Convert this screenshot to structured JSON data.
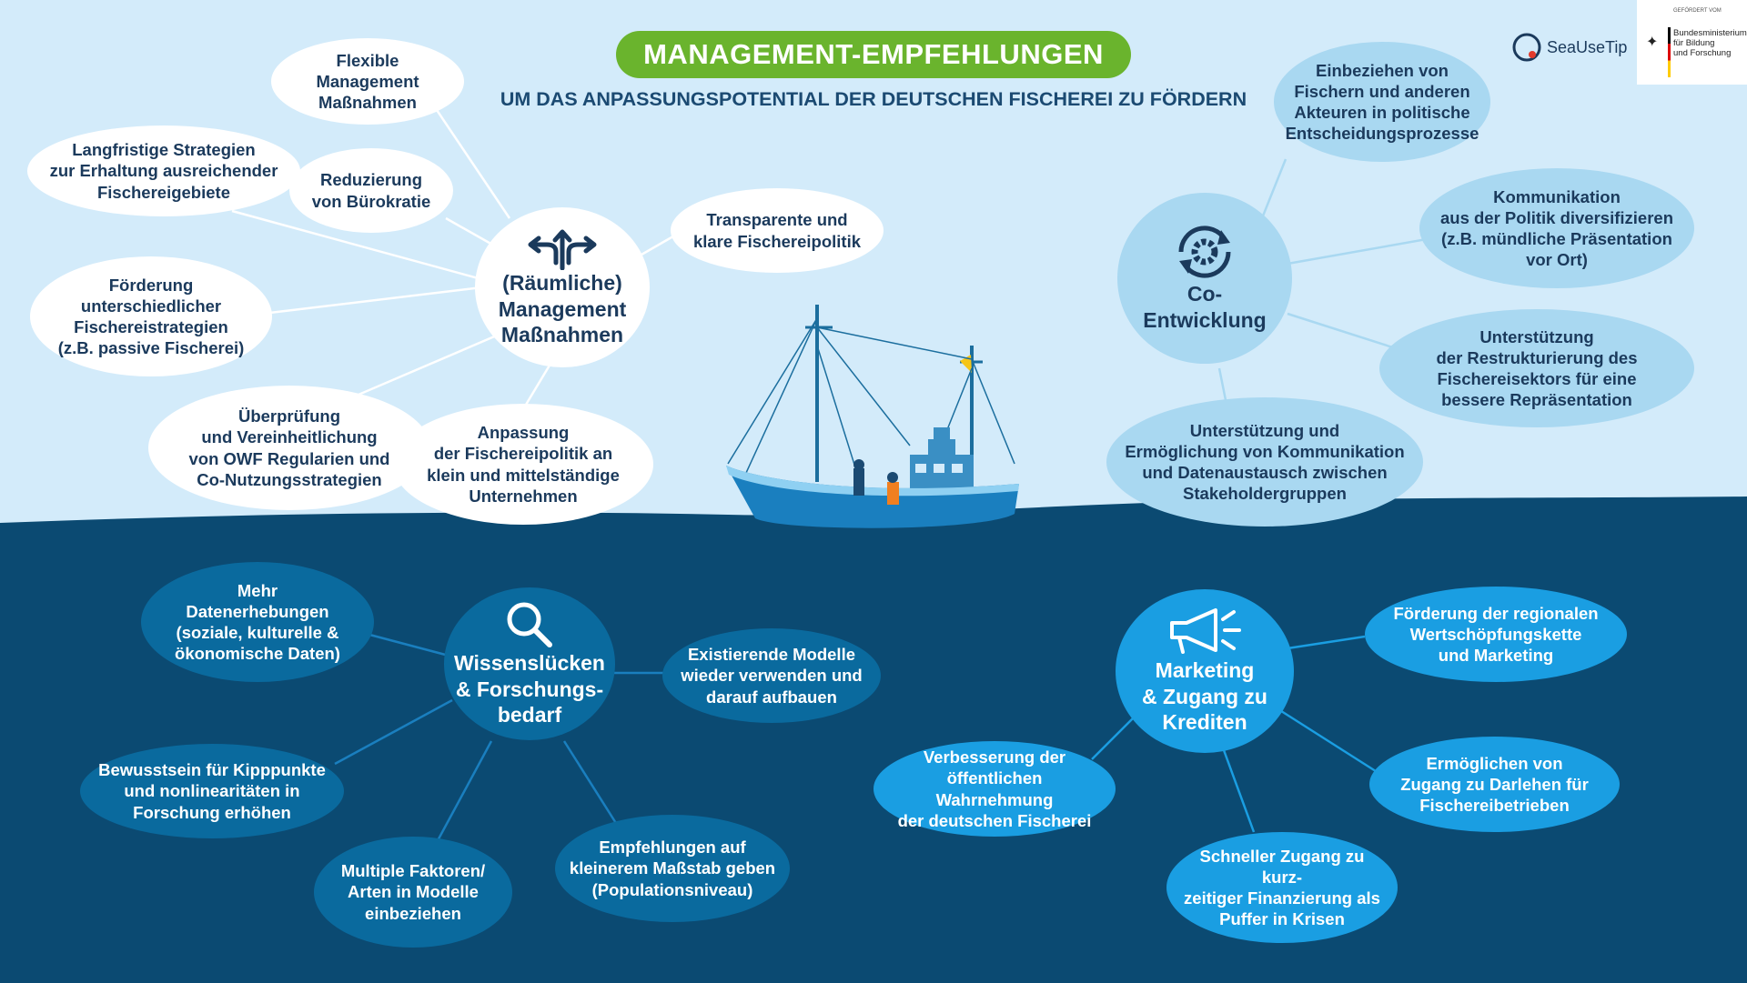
{
  "header": {
    "title": "MANAGEMENT-EMPFEHLUNGEN",
    "subtitle": "UM DAS ANPASSUNGSPOTENTIAL DER DEUTSCHEN FISCHEREI ZU FÖRDERN"
  },
  "logos": {
    "seausetip": "SeaUseTip",
    "bmbf_small": "GEFÖRDERT VOM",
    "bmbf_line1": "Bundesministerium",
    "bmbf_line2": "für Bildung",
    "bmbf_line3": "und Forschung"
  },
  "colors": {
    "sky": "#d3ebfa",
    "sea": "#0b4a72",
    "title_pill": "#6ab42d",
    "white_bubble": "#ffffff",
    "light_bubble": "#a9d8f1",
    "mid_bubble": "#0a6a9e",
    "bright_bubble": "#1a9ee2",
    "text_dark": "#1b3a5c"
  },
  "hubs": {
    "management": {
      "label": "(Räumliche)\nManagement\nMaßnahmen",
      "icon": "crossroad-arrows-icon"
    },
    "co_development": {
      "label": "Co-\nEntwicklung",
      "icon": "cycle-gear-icon"
    },
    "knowledge": {
      "label": "Wissenslücken\n& Forschungs-\nbedarf",
      "icon": "magnifier-icon"
    },
    "marketing": {
      "label": "Marketing\n& Zugang zu\nKrediten",
      "icon": "megaphone-icon"
    }
  },
  "management_items": [
    "Flexible Management\nMaßnahmen",
    "Langfristige Strategien\nzur Erhaltung ausreichender\nFischereigebiete",
    "Reduzierung\nvon Bürokratie",
    "Transparente und\nklare Fischereipolitik",
    "Förderung\nunterschiedlicher\nFischereistrategien\n(z.B. passive Fischerei)",
    "Überprüfung\nund Vereinheitlichung\nvon OWF Regularien und\nCo-Nutzungsstrategien",
    "Anpassung\nder Fischereipolitik an\nklein und mittelständige\nUnternehmen"
  ],
  "co_items": [
    "Einbeziehen von\nFischern und anderen\nAkteuren in politische\nEntscheidungsprozesse",
    "Kommunikation\naus der Politik diversifizieren\n(z.B. mündliche Präsentation\nvor Ort)",
    "Unterstützung\nder Restrukturierung des\nFischereisektors für eine\nbessere Repräsentation",
    "Unterstützung und\nErmöglichung von Kommunikation\nund Datenaustausch zwischen\nStakeholdergruppen"
  ],
  "knowledge_items": [
    "Mehr\nDatenerhebungen\n(soziale, kulturelle &\nökonomische Daten)",
    "Existierende Modelle\nwieder verwenden und\ndarauf aufbauen",
    "Bewusstsein für Kipppunkte\nund nonlinearitäten in\nForschung erhöhen",
    "Multiple Faktoren/\nArten in Modelle\neinbeziehen",
    "Empfehlungen auf\nkleinerem Maßstab geben\n(Populationsniveau)"
  ],
  "marketing_items": [
    "Förderung der regionalen\nWertschöpfungskette\nund Marketing",
    "Verbesserung der\nöffentlichen Wahrnehmung\nder deutschen Fischerei",
    "Ermöglichen von\nZugang zu Darlehen für\nFischereibetrieben",
    "Schneller Zugang zu kurz-\nzeitiger Finanzierung als\nPuffer in Krisen"
  ]
}
